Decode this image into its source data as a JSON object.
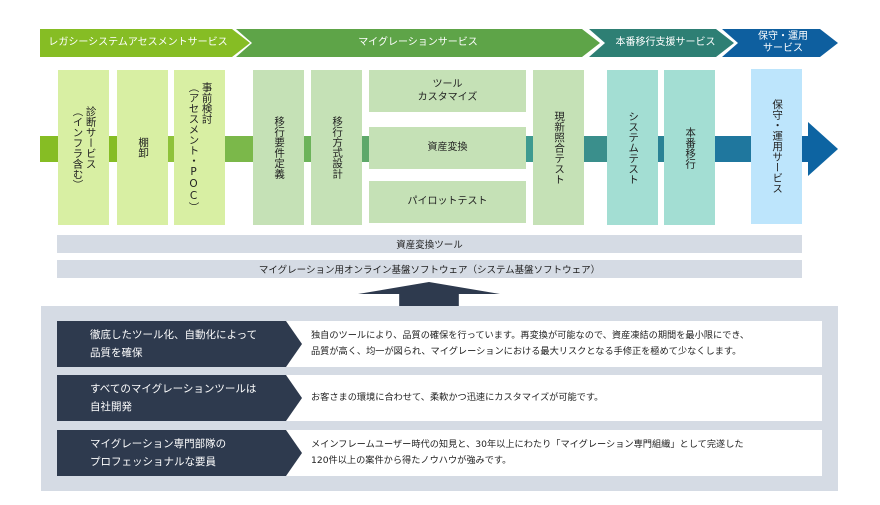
{
  "phases": [
    {
      "label": "レガシーシステムアセスメントサービス",
      "color": "#86bd24"
    },
    {
      "label": "マイグレーションサービス",
      "color": "#5ea448"
    },
    {
      "label": "本番移行支援サービス",
      "color": "#2e7f74"
    },
    {
      "label_line1": "保守・運用",
      "label_line2": "サービス",
      "color": "#0e5f9f"
    }
  ],
  "steps": {
    "assessment": [
      {
        "line1": "診断サービス",
        "line2": "（インフラ含む）"
      },
      {
        "line1": "棚卸"
      },
      {
        "line1": "事前検討",
        "line2": "（アセスメント・POC）"
      }
    ],
    "migration": [
      {
        "line1": "移行要件定義"
      },
      {
        "line1": "移行方式設計"
      }
    ],
    "migration_parallel": [
      {
        "line1": "ツール",
        "line2": "カスタマイズ"
      },
      {
        "line1": "資産変換"
      },
      {
        "line1": "パイロットテスト"
      }
    ],
    "migration_last": {
      "line1": "現新照合テスト"
    },
    "production": [
      {
        "line1": "システムテスト"
      },
      {
        "line1": "本番移行"
      }
    ],
    "maintenance": {
      "line1": "保守・運用サービス"
    }
  },
  "tools": {
    "asset_conversion": "資産変換ツール",
    "middleware": "マイグレーション用オンライン基盤ソフトウェア（システム基盤ソフトウェア）"
  },
  "strengths": [
    {
      "title_line1": "徹底したツール化、自動化によって",
      "title_line2": "品質を確保",
      "desc_line1": "独自のツールにより、品質の確保を行っています。再変換が可能なので、資産凍結の期間を最小限にでき、",
      "desc_line2": "品質が高く、均一が図られ、マイグレーションにおける最大リスクとなる手修正を極めて少なくします。"
    },
    {
      "title_line1": "すべてのマイグレーションツールは",
      "title_line2": "自社開発",
      "desc_line1": "お客さまの環境に合わせて、柔軟かつ迅速にカスタマイズが可能です。",
      "desc_line2": ""
    },
    {
      "title_line1": "マイグレーション専門部隊の",
      "title_line2": "プロフェッショナルな要員",
      "desc_line1": "メインフレームユーザー時代の知見と、30年以上にわたり「マイグレーション専門組織」として完遂した",
      "desc_line2": "120件以上の案件から得たノウハウが強みです。"
    }
  ],
  "colors": {
    "assessment_box": "#d8efa3",
    "migration_box": "#c5e1b6",
    "production_box": "#a3ded3",
    "maintenance_box": "#bde5fc",
    "strength_header": "#2e3a4e",
    "panel_bg": "#d5dbe4"
  }
}
